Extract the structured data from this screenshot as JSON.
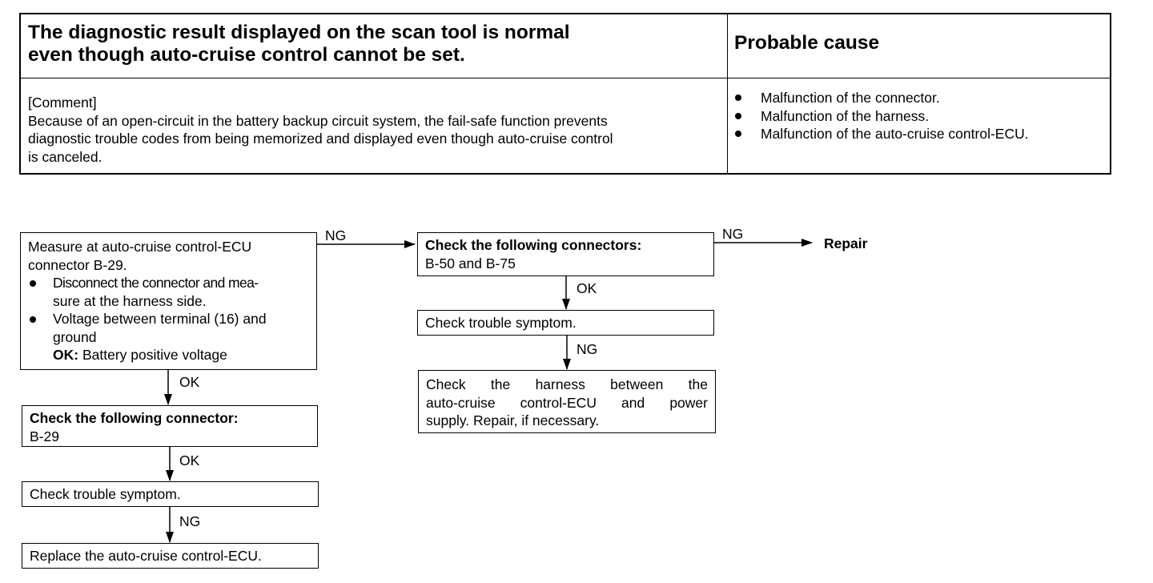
{
  "table": {
    "title_line1": "The diagnostic result displayed on the scan tool is normal",
    "title_line2": "even though auto-cruise control cannot be set.",
    "probable_cause_heading": "Probable cause",
    "comment_label": "[Comment]",
    "comment_lines": [
      "Because of an open-circuit in the battery backup circuit system, the fail-safe function prevents",
      "diagnostic trouble codes from being memorized and displayed even though auto-cruise control",
      "is canceled."
    ],
    "causes": [
      "Malfunction of the connector.",
      "Malfunction of the harness.",
      "Malfunction of the auto-cruise control-ECU."
    ]
  },
  "flow": {
    "measure": {
      "line1": "Measure at auto-cruise control-ECU",
      "line2": "connector B-29.",
      "bullet1_line1": "Disconnect the connector and mea-",
      "bullet1_line2": "sure at the harness side.",
      "bullet2_line1": "Voltage between terminal (16) and",
      "bullet2_line2": "ground",
      "ok_label": "OK:",
      "ok_value": "Battery positive voltage"
    },
    "check_connector_b29": {
      "title": "Check the following connector:",
      "value": "B-29"
    },
    "check_symptom_left": "Check trouble symptom.",
    "replace_ecu": "Replace the auto-cruise control-ECU.",
    "check_connectors_b50_b75": {
      "title": "Check the following connectors:",
      "value": "B-50 and B-75"
    },
    "check_symptom_right": "Check trouble symptom.",
    "check_harness": {
      "line1_words": [
        "Check",
        "the",
        "harness",
        "between",
        "the"
      ],
      "line2_words": [
        "auto-cruise",
        "control-ECU",
        "and",
        "power"
      ],
      "line3": "supply. Repair, if necessary."
    },
    "repair": "Repair",
    "labels": {
      "ok": "OK",
      "ng": "NG"
    }
  }
}
